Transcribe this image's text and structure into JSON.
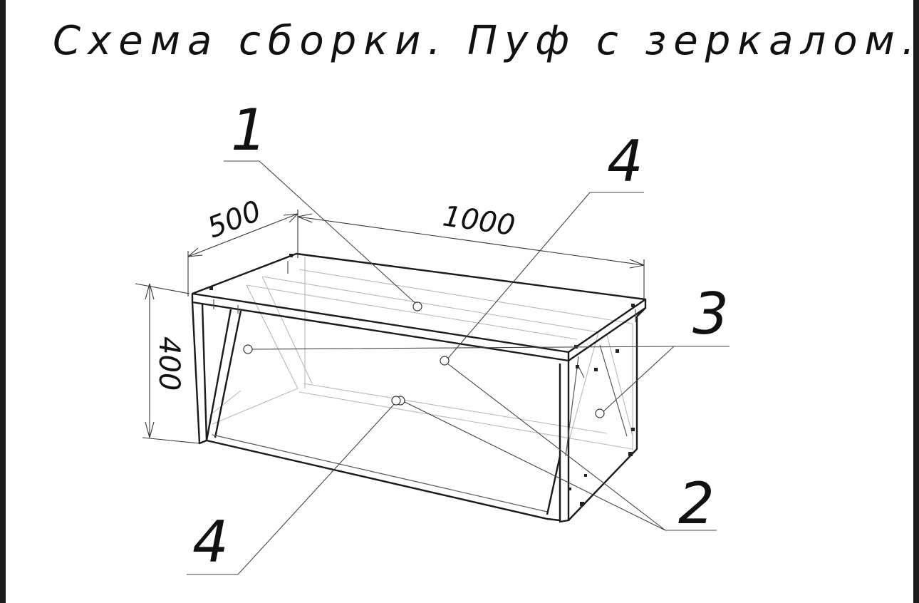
{
  "title": "Схема сборки. Пуф с зеркалом.",
  "dimensions": {
    "depth": "500",
    "length": "1000",
    "height": "400"
  },
  "callouts": {
    "c1": "1",
    "c2": "2",
    "c3": "3",
    "c4_top": "4",
    "c4_bottom": "4"
  },
  "colors": {
    "sheet": "#ffffff",
    "frame": "#1c1c1c",
    "ink": "#111111"
  }
}
